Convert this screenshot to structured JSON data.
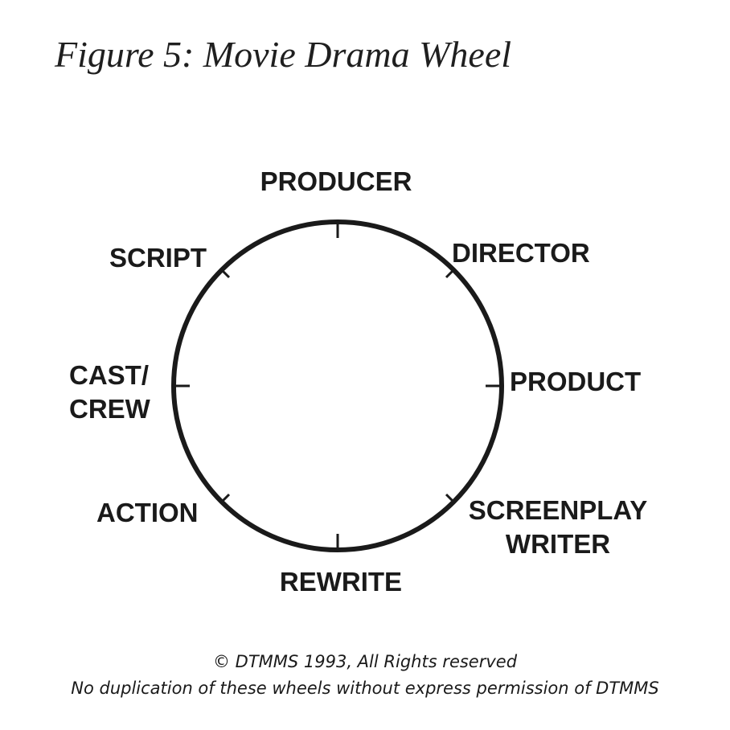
{
  "title": "Figure 5: Movie Drama Wheel",
  "wheel": {
    "nodes": [
      {
        "id": "producer",
        "lines": [
          "PRODUCER"
        ]
      },
      {
        "id": "director",
        "lines": [
          "DIRECTOR"
        ]
      },
      {
        "id": "product",
        "lines": [
          "PRODUCT"
        ]
      },
      {
        "id": "screenplay-writer",
        "lines": [
          "SCREENPLAY",
          "WRITER"
        ]
      },
      {
        "id": "rewrite",
        "lines": [
          "REWRITE"
        ]
      },
      {
        "id": "action",
        "lines": [
          "ACTION"
        ]
      },
      {
        "id": "cast-crew",
        "lines": [
          "CAST/",
          "CREW"
        ]
      },
      {
        "id": "script",
        "lines": [
          "SCRIPT"
        ]
      }
    ],
    "colors": {
      "stroke": "#1a1a1a",
      "background": "#ffffff"
    }
  },
  "footer": {
    "copyright": "© DTMMS 1993, All Rights reserved",
    "notice": "No duplication of these wheels without express permission of DTMMS"
  }
}
